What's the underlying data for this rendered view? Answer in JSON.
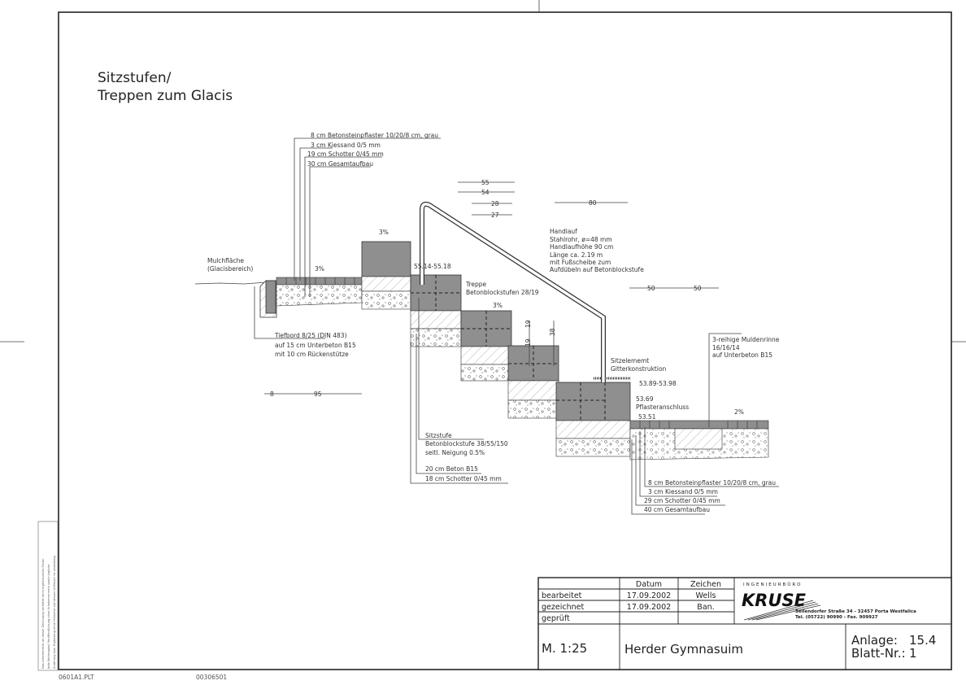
{
  "title": {
    "line1": "Sitzstufen/",
    "line2": "Treppen zum Glacis"
  },
  "annotations": {
    "top_left_layers": [
      "8 cm Betonsteinpflaster 10/20/8 cm, grau",
      "3 cm Kiessand 0/5 mm",
      "19 cm Schotter 0/45 mm",
      "30 cm Gesamtaufbau"
    ],
    "mulch": [
      "Mulchfläche",
      "(Glacisbereich)"
    ],
    "slope_3_a": "3%",
    "slope_3_b": "3%",
    "slope_3_c": "3%",
    "slope_2": "2%",
    "level_top": "55.14-55.18",
    "treppe": [
      "Treppe",
      "Betonblockstufen 28/19"
    ],
    "tiefbord": [
      "Tiefbord 8/25 (DIN 483)",
      "auf 15 cm Unterbeton B15",
      "mit 10 cm Rückenstütze"
    ],
    "handlauf": [
      "Handlauf",
      "Stahlrohr, ø=48 mm",
      "Handlaufhöhe 90 cm",
      "Länge ca. 2.19 m",
      "mit Fußscheibe zum",
      "Aufdübeln auf Betonblockstufe"
    ],
    "sitzelement": [
      "Sitzelememt",
      "Gitterkonstruktion"
    ],
    "level_seat": "53.89-53.98",
    "pflaster": [
      "53.69",
      "Pflasteranschluss"
    ],
    "level_low": "53.51",
    "mulde": [
      "3-reihige Muldenrinne",
      "16/16/14",
      "auf Unterbeton B15"
    ],
    "sitzstufe": [
      "Sitzstufe",
      "Betonblockstufe 38/55/150",
      "seitl. Neigung 0.5%"
    ],
    "beton": [
      "20 cm Beton B15",
      "18 cm Schotter 0/45 mm"
    ],
    "bottom_layers": [
      "8 cm Betonsteinpflaster 10/20/8 cm, grau",
      "3 cm Kiessand 0/5 mm",
      "29 cm Schotter 0/45 mm",
      "40 cm Gesamtaufbau"
    ]
  },
  "dimensions": {
    "d55": "55",
    "d54": "54",
    "d28": "28",
    "d27": "27",
    "d80": "80",
    "d50a": "50",
    "d50b": "50",
    "d19a": "19",
    "d19b": "19",
    "d38": "38",
    "d8": "8",
    "d95": "95"
  },
  "title_block": {
    "col_datum": "Datum",
    "col_zeichen": "Zeichen",
    "rows": [
      {
        "label": "bearbeitet",
        "date": "17.09.2002",
        "sign": "Wells"
      },
      {
        "label": "gezeichnet",
        "date": "17.09.2002",
        "sign": "Ban."
      },
      {
        "label": "geprüft",
        "date": "",
        "sign": ""
      }
    ],
    "company_top": "INGENIEURBÜRO",
    "company_name": "KRUSE",
    "address": "Sellendorfer Straße 34 - 32457 Porta Westfalica",
    "phone": "Tel. (05722) 90990 - Fax. 909927",
    "scale": "M. 1:25",
    "project": "Herder Gymnasuim",
    "anlage_label": "Anlage:",
    "anlage_value": "15.4",
    "blatt_label": "Blatt-Nr.:",
    "blatt_value": "1"
  },
  "copyright_note": [
    "Das Urheberrecht an dieser Zeichnung verbleibt beim Ingenieurbüro Kruse.",
    "Jede Weitergabe/ Veröffentlichung ohne Urhebervermerk sowie jegliche",
    "Änderung bzw. Ergänzung ohne Hinweise auf dessen Verfasser ist unzulässig."
  ],
  "footer": {
    "file": "0601A1.PLT",
    "code": "00306501"
  }
}
